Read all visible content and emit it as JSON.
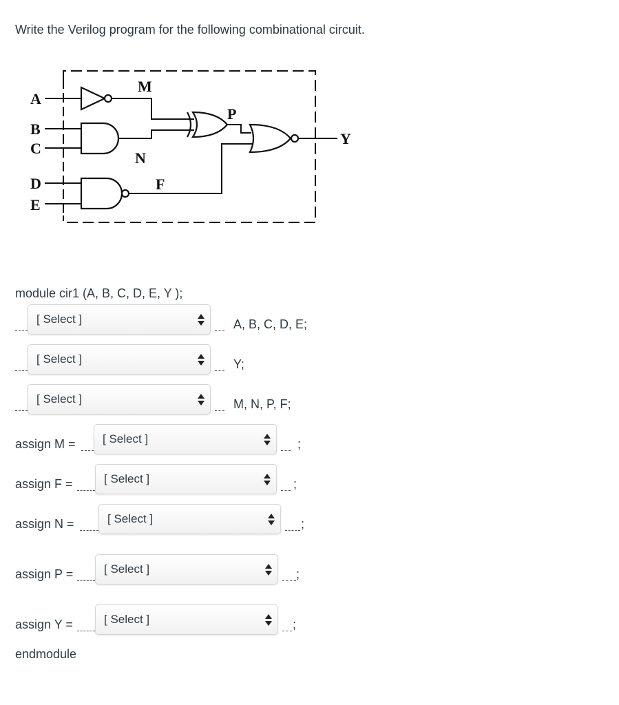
{
  "question": "Write the Verilog program for the following combinational circuit.",
  "circuit": {
    "inputs": [
      "A",
      "B",
      "C",
      "D",
      "E"
    ],
    "wires": [
      "M",
      "N",
      "P",
      "F"
    ],
    "output": "Y"
  },
  "code": {
    "module_line": "module cir1 (A, B, C, D, E, Y );",
    "decl_inputs_suffix": "A, B, C, D, E;",
    "decl_output_suffix": "Y;",
    "decl_wires_suffix": "M, N, P, F;",
    "assign_m": "assign M =",
    "assign_f": "assign F =",
    "assign_n": "assign N =",
    "assign_p": "assign P =",
    "assign_y": "assign Y =",
    "semicolon": ";",
    "endmodule": "endmodule"
  },
  "select_placeholder": "[ Select ]"
}
